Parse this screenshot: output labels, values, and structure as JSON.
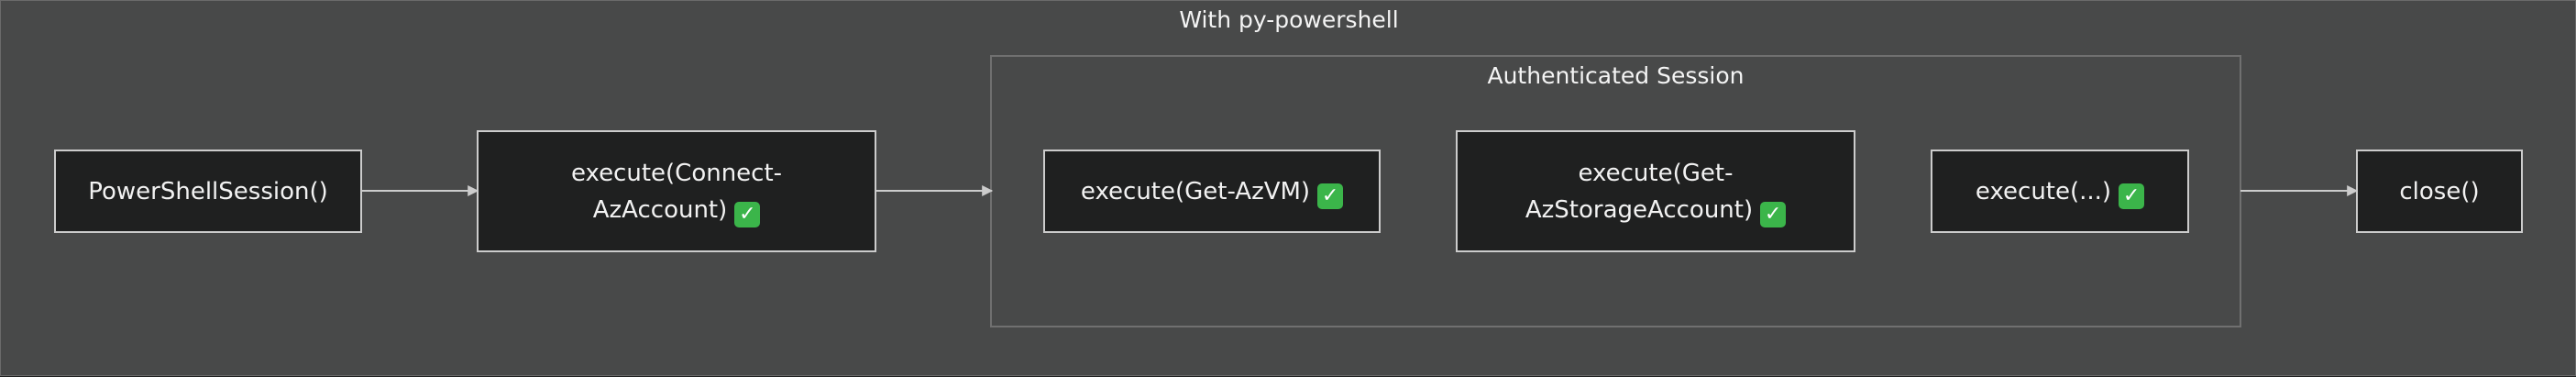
{
  "diagram": {
    "title": "With py-powershell",
    "subgraph_title": "Authenticated Session",
    "nodes": {
      "session": {
        "label": "PowerShellSession()"
      },
      "connect": {
        "line1": "execute(Connect-",
        "line2": "AzAccount)",
        "check": "✓"
      },
      "get_vm": {
        "label": "execute(Get-AzVM)",
        "check": "✓"
      },
      "get_storage": {
        "line1": "execute(Get-",
        "line2": "AzStorageAccount)",
        "check": "✓"
      },
      "execute_more": {
        "label": "execute(...)",
        "check": "✓"
      },
      "close": {
        "label": "close()"
      }
    },
    "edges": [
      {
        "from": "PowerShellSession()",
        "to": "execute(Connect-AzAccount)"
      },
      {
        "from": "execute(Connect-AzAccount)",
        "to": "Authenticated Session"
      },
      {
        "from": "Authenticated Session",
        "to": "close()"
      }
    ],
    "colors": {
      "background": "#484949",
      "node_fill": "#1f2020",
      "node_stroke": "#cccccc",
      "cluster_stroke": "#707070",
      "edge": "#cccccc",
      "check": "#3bb54a",
      "text": "#f2f2f2"
    }
  }
}
